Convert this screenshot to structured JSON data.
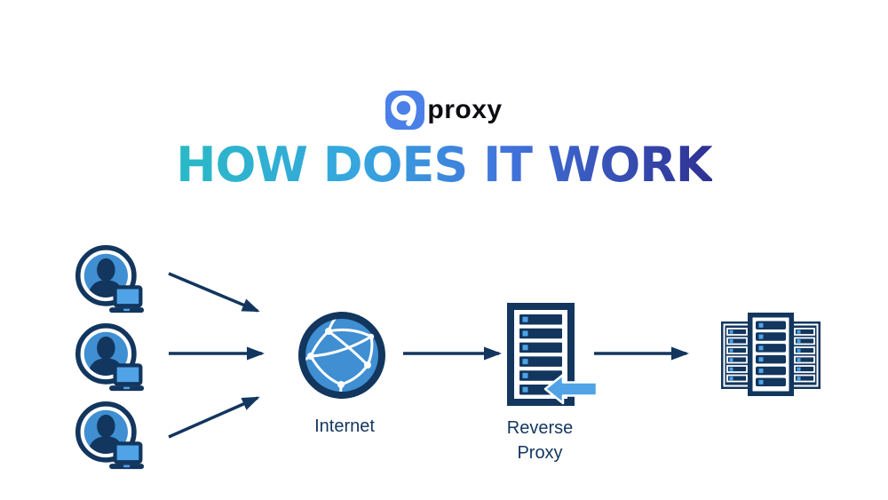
{
  "logo": {
    "icon": "9proxy-logo-icon",
    "text": "proxy"
  },
  "title": "HOW DOES IT WORK",
  "diagram": {
    "clients": {
      "count": 3,
      "icon": "user-laptop-icon"
    },
    "internet_label": "Internet",
    "internet_icon": "internet-globe-icon",
    "reverse_proxy_label": "Reverse Proxy",
    "reverse_proxy_icon": "reverse-proxy-server-icon",
    "origin_servers_icon": "server-cluster-icon",
    "flow": [
      "clients",
      "internet",
      "reverse-proxy",
      "origin-servers"
    ]
  },
  "colors": {
    "navy": "#12365e",
    "blue": "#3f8fd2",
    "lblue": "#4fa3e6",
    "logo_blue": "#4a80e8",
    "ink": "#0c0d10",
    "grad_1": "#2ab9c6",
    "grad_2": "#35a7de",
    "grad_3": "#4173dc",
    "grad_4": "#2e3192"
  }
}
